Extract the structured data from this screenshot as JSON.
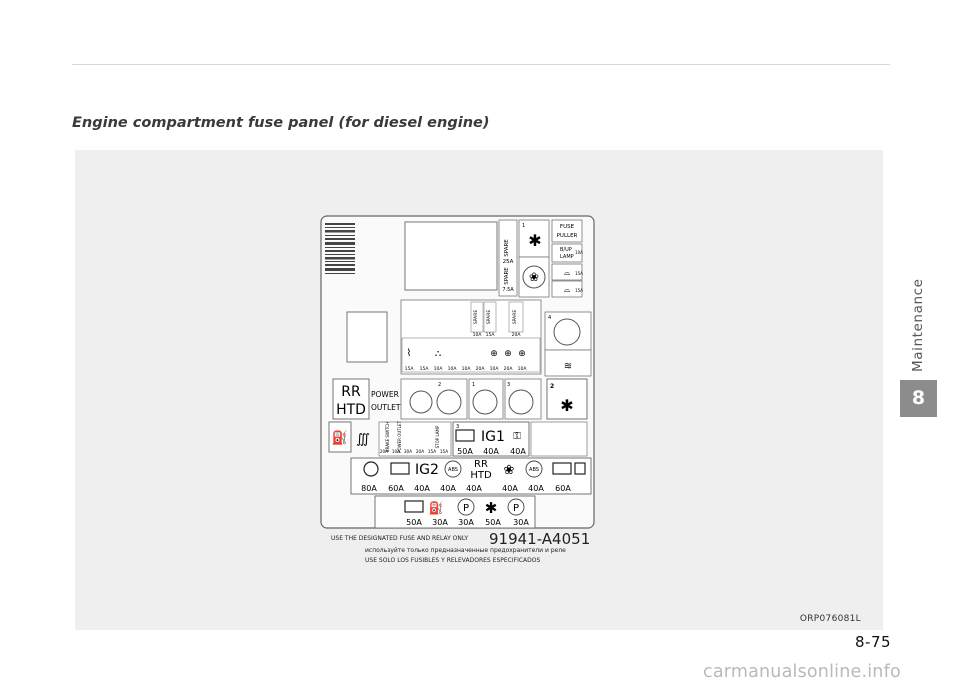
{
  "page": {
    "section_title": "Engine compartment fuse panel (for diesel engine)",
    "figure_code": "ORP076081L",
    "chapter_label": "Maintenance",
    "chapter_number": "8",
    "page_number": "8-75",
    "watermark": "carmanualsonline.info"
  },
  "fuse_panel": {
    "part_number": "91941-A4051",
    "footer_lines": [
      "USE THE DESIGNATED FUSE AND RELAY ONLY",
      "используйте только предназначенные предохранители и реле",
      "USE SOLO LOS FUSIBLES Y RELEVADORES ESPECIFICADOS"
    ],
    "fuse_puller": [
      "FUSE",
      "PULLER"
    ],
    "backup_lamp": [
      "B/UP",
      "LAMP"
    ],
    "spare_labels": [
      "SPARE",
      "SPARE",
      "SPARE",
      "SPARE",
      "SPARE"
    ],
    "top_right_ratings": [
      "25A",
      "7.5A",
      "10A",
      "15A",
      "15A"
    ],
    "upper_block_ratings": [
      "10A",
      "15A",
      "20A"
    ],
    "mini_row_ratings": [
      "15A",
      "15A",
      "10A",
      "10A",
      "10A",
      "20A",
      "10A",
      "20A",
      "10A"
    ],
    "rr_htd": [
      "RR",
      "HTD"
    ],
    "power_outlet": [
      "POWER",
      "OUTLET"
    ],
    "left_mini_labels": [
      "BRAKE SWITCH",
      "POWER OUTLET",
      "STOP LAMP"
    ],
    "left_mini_ratings": [
      "20A",
      "10A",
      "30A",
      "20A",
      "15A",
      "15A"
    ],
    "ig_labels": [
      "IG1",
      "IG2"
    ],
    "abs": "ABS",
    "row1_ratings": [
      "50A",
      "40A",
      "40A"
    ],
    "row2_ratings": [
      "80A",
      "60A",
      "40A",
      "40A",
      "40A",
      "40A",
      "40A",
      "60A"
    ],
    "row3_ratings": [
      "50A",
      "30A",
      "30A",
      "50A",
      "30A"
    ],
    "p_letter": "P",
    "slot_numbers": [
      "1",
      "2",
      "3",
      "4"
    ]
  }
}
